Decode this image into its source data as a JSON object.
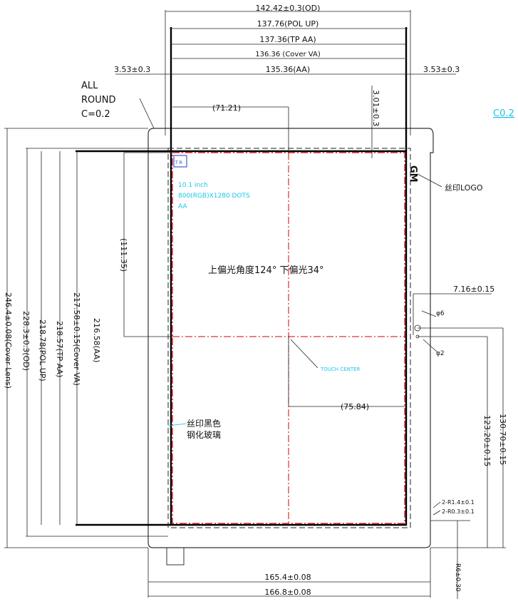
{
  "colors": {
    "outline": "#333333",
    "thick": "#000000",
    "red": "#d40000",
    "cyan": "#19c6e6",
    "text": "#111111"
  },
  "dimensions": {
    "top": {
      "d1": "142.42±0.3(OD)",
      "d2": "137.76(POL UP)",
      "d3": "137.36(TP AA)",
      "d4": "136.36 (Cover VA)",
      "d5": "135.36(AA)",
      "margin_left": "3.53±0.3",
      "margin_right": "3.53±0.3"
    },
    "center_left": "(71.21)",
    "vertical_gap": "3.01±0.3",
    "left": {
      "l1": "246.4±0.08(Cover Lens)",
      "l2": "228.3±0.3(OD)",
      "l3": "218.78(POL UP)",
      "l4": "218.57(TP AA)",
      "l5": "217.58±0.15(Cover VA)",
      "l6": "216.58(AA)",
      "l7": "(111.35)"
    },
    "right": {
      "r1": "7.16±0.15",
      "r2": "130.70±0.15",
      "r3": "123.20±0.15",
      "phi_big": "φ6",
      "phi_small": "φ2",
      "r4": "2-R1.4±0.1",
      "r5": "2-R0.3±0.1",
      "r6": "R6±0.30"
    },
    "bottom": {
      "b1": "165.4±0.08",
      "b2": "166.8±0.08"
    },
    "center_right": "(75.84)"
  },
  "notes": {
    "round": [
      "ALL",
      "ROUND",
      "C=0.2"
    ],
    "corner": "C0.2",
    "logo_label": "丝印LOGO",
    "viewing_angle": "上偏光角度124° 下偏光34°",
    "cyan_spec": [
      "10.1 inch",
      "800(RGB)X1280 DOTS",
      "AA"
    ],
    "cyan_center": "TOUCH CENTER",
    "ink_note": [
      "丝印黑色",
      "钢化玻璃"
    ],
    "logo_mark": "GM",
    "small_tag": "T R"
  }
}
